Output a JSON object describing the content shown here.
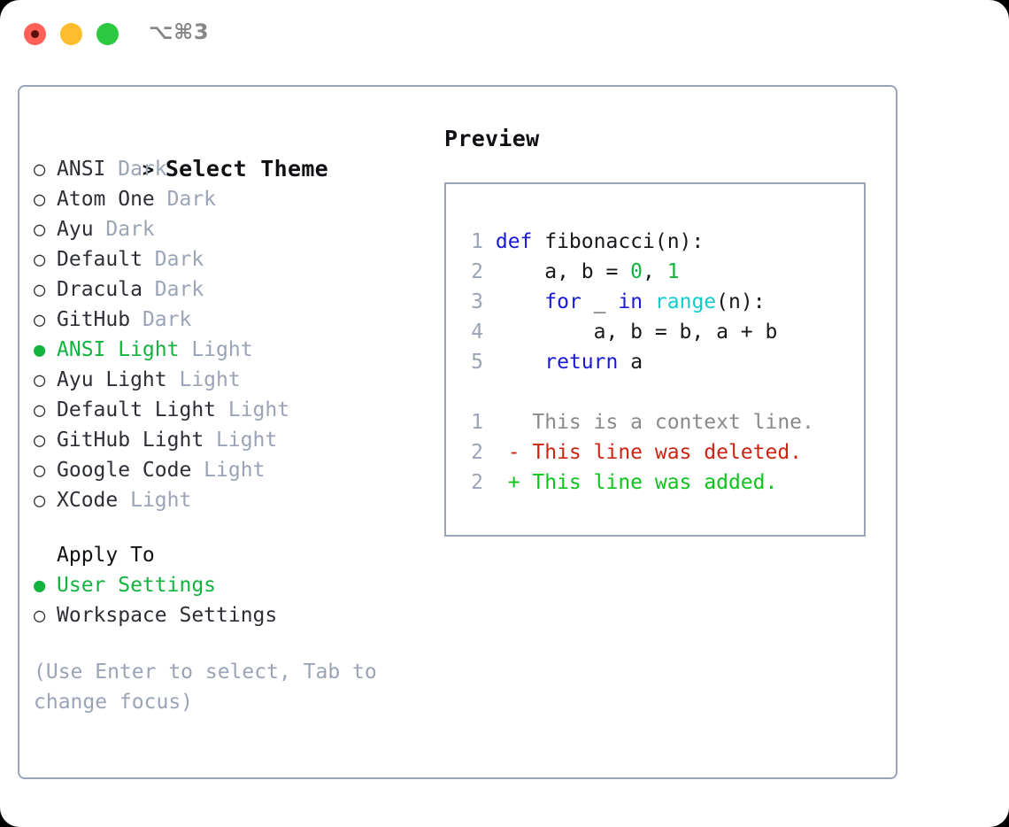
{
  "window": {
    "traffic_lights": [
      "close-red",
      "minimize-yellow",
      "maximize-green"
    ],
    "shortcut": "⌥⌘3"
  },
  "theme_list": {
    "header": {
      "marker": ">",
      "label": "Select Theme"
    },
    "items": [
      {
        "marker": "○",
        "name": "ANSI",
        "badge": "Dark",
        "selected": false
      },
      {
        "marker": "○",
        "name": "Atom One",
        "badge": "Dark",
        "selected": false
      },
      {
        "marker": "○",
        "name": "Ayu",
        "badge": "Dark",
        "selected": false
      },
      {
        "marker": "○",
        "name": "Default",
        "badge": "Dark",
        "selected": false
      },
      {
        "marker": "○",
        "name": "Dracula",
        "badge": "Dark",
        "selected": false
      },
      {
        "marker": "○",
        "name": "GitHub",
        "badge": "Dark",
        "selected": false
      },
      {
        "marker": "●",
        "name": "ANSI Light",
        "badge": "Light",
        "selected": true
      },
      {
        "marker": "○",
        "name": "Ayu Light",
        "badge": "Light",
        "selected": false
      },
      {
        "marker": "○",
        "name": "Default Light",
        "badge": "Light",
        "selected": false
      },
      {
        "marker": "○",
        "name": "GitHub Light",
        "badge": "Light",
        "selected": false
      },
      {
        "marker": "○",
        "name": "Google Code",
        "badge": "Light",
        "selected": false
      },
      {
        "marker": "○",
        "name": "XCode",
        "badge": "Light",
        "selected": false
      }
    ]
  },
  "apply_to": {
    "label": "Apply To",
    "options": [
      {
        "marker": "●",
        "name": "User Settings",
        "selected": true
      },
      {
        "marker": "○",
        "name": "Workspace Settings",
        "selected": false
      }
    ]
  },
  "hint": "(Use Enter to select, Tab to change focus)",
  "preview": {
    "title": "Preview",
    "code_lines": [
      {
        "no": "1",
        "tokens": [
          {
            "t": "def",
            "c": "kw"
          },
          {
            "t": " fibonacci(n):",
            "c": "plain"
          }
        ]
      },
      {
        "no": "2",
        "tokens": [
          {
            "t": "    a, b = ",
            "c": "plain"
          },
          {
            "t": "0",
            "c": "num"
          },
          {
            "t": ", ",
            "c": "plain"
          },
          {
            "t": "1",
            "c": "num"
          }
        ]
      },
      {
        "no": "3",
        "tokens": [
          {
            "t": "    ",
            "c": "plain"
          },
          {
            "t": "for",
            "c": "kw"
          },
          {
            "t": " _ ",
            "c": "plain"
          },
          {
            "t": "in",
            "c": "kw"
          },
          {
            "t": " ",
            "c": "plain"
          },
          {
            "t": "range",
            "c": "fn"
          },
          {
            "t": "(n):",
            "c": "plain"
          }
        ]
      },
      {
        "no": "4",
        "tokens": [
          {
            "t": "        a, b = b, a + b",
            "c": "plain"
          }
        ]
      },
      {
        "no": "5",
        "tokens": [
          {
            "t": "    ",
            "c": "plain"
          },
          {
            "t": "return",
            "c": "kw"
          },
          {
            "t": " a",
            "c": "plain"
          }
        ]
      }
    ],
    "diff_lines": [
      {
        "no": "1",
        "tokens": [
          {
            "t": "   This is a context line.",
            "c": "ctx"
          }
        ]
      },
      {
        "no": "2",
        "tokens": [
          {
            "t": " - This line was deleted.",
            "c": "del"
          }
        ]
      },
      {
        "no": "2",
        "tokens": [
          {
            "t": " + This line was added.",
            "c": "add"
          }
        ]
      }
    ]
  },
  "colors": {
    "accent_green": "#12b33f",
    "border": "#9aa4b6",
    "muted": "#9aa4b6",
    "keyword_blue": "#1a1ad6",
    "function_cyan": "#13cbcb",
    "number_green": "#12b33f",
    "diff_delete_red": "#cc2414",
    "diff_add_green": "#0cc41c",
    "light_red": "#ff6159",
    "light_yellow": "#ffbd2e",
    "light_green": "#2ac940"
  }
}
